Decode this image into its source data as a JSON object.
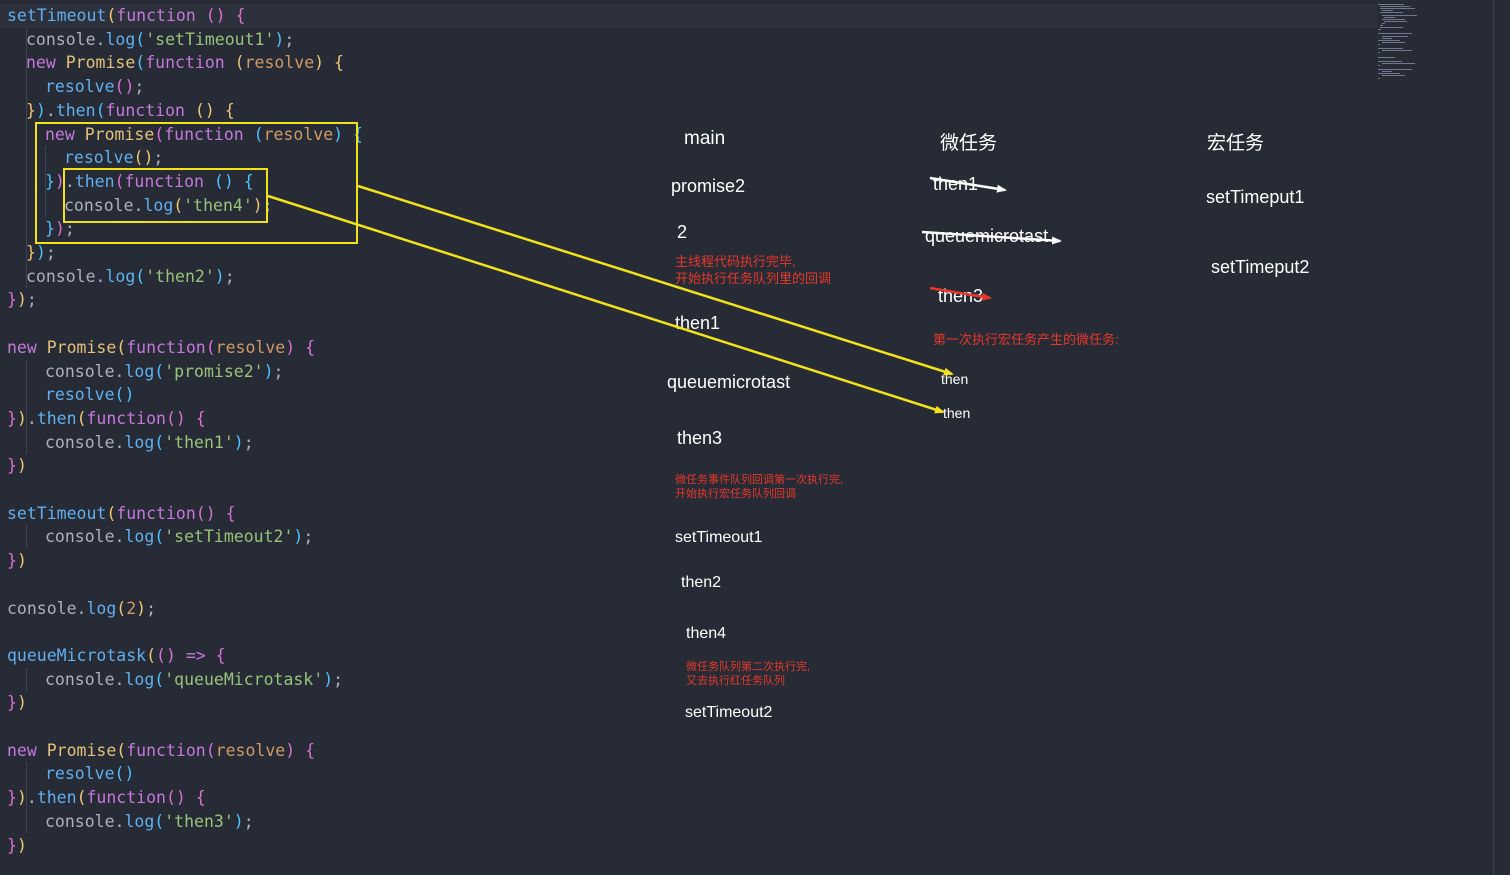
{
  "code": {
    "lines": [
      {
        "indent": 0,
        "tokens": [
          [
            "fn",
            "setTimeout"
          ],
          [
            "br1",
            "("
          ],
          [
            "kw",
            "function"
          ],
          [
            "pl",
            " "
          ],
          [
            "br2",
            "()"
          ],
          [
            "pl",
            " "
          ],
          [
            "br2",
            "{"
          ]
        ]
      },
      {
        "indent": 1,
        "tokens": [
          [
            "pl",
            "console."
          ],
          [
            "fn",
            "log"
          ],
          [
            "br3",
            "("
          ],
          [
            "str",
            "'setTimeout1'"
          ],
          [
            "br3",
            ")"
          ],
          [
            "pl",
            ";"
          ]
        ]
      },
      {
        "indent": 1,
        "tokens": [
          [
            "kw",
            "new"
          ],
          [
            "pl",
            " "
          ],
          [
            "cls",
            "Promise"
          ],
          [
            "br3",
            "("
          ],
          [
            "kw",
            "function"
          ],
          [
            "pl",
            " "
          ],
          [
            "br1",
            "("
          ],
          [
            "par",
            "resolve"
          ],
          [
            "br1",
            ")"
          ],
          [
            "pl",
            " "
          ],
          [
            "br1",
            "{"
          ]
        ]
      },
      {
        "indent": 2,
        "tokens": [
          [
            "fn",
            "resolve"
          ],
          [
            "br2",
            "()"
          ],
          [
            "pl",
            ";"
          ]
        ]
      },
      {
        "indent": 1,
        "tokens": [
          [
            "br1",
            "}"
          ],
          [
            "br3",
            ")"
          ],
          [
            "pl",
            "."
          ],
          [
            "fn",
            "then"
          ],
          [
            "br3",
            "("
          ],
          [
            "kw",
            "function"
          ],
          [
            "pl",
            " "
          ],
          [
            "br1",
            "()"
          ],
          [
            "pl",
            " "
          ],
          [
            "br1",
            "{"
          ]
        ]
      },
      {
        "indent": 2,
        "tokens": [
          [
            "kw",
            "new"
          ],
          [
            "pl",
            " "
          ],
          [
            "cls",
            "Promise"
          ],
          [
            "br2",
            "("
          ],
          [
            "kw",
            "function"
          ],
          [
            "pl",
            " "
          ],
          [
            "br3",
            "("
          ],
          [
            "par",
            "resolve"
          ],
          [
            "br3",
            ")"
          ],
          [
            "pl",
            " "
          ],
          [
            "br3",
            "{"
          ]
        ]
      },
      {
        "indent": 3,
        "tokens": [
          [
            "fn",
            "resolve"
          ],
          [
            "br1",
            "()"
          ],
          [
            "pl",
            ";"
          ]
        ]
      },
      {
        "indent": 2,
        "tokens": [
          [
            "br3",
            "}"
          ],
          [
            "br2",
            ")"
          ],
          [
            "pl",
            "."
          ],
          [
            "fn",
            "then"
          ],
          [
            "br2",
            "("
          ],
          [
            "kw",
            "function"
          ],
          [
            "pl",
            " "
          ],
          [
            "br3",
            "()"
          ],
          [
            "pl",
            " "
          ],
          [
            "br3",
            "{"
          ]
        ]
      },
      {
        "indent": 3,
        "tokens": [
          [
            "pl",
            "console."
          ],
          [
            "fn",
            "log"
          ],
          [
            "br1",
            "("
          ],
          [
            "str",
            "'then4'"
          ],
          [
            "br1",
            ")"
          ],
          [
            "pl",
            ";"
          ]
        ]
      },
      {
        "indent": 2,
        "tokens": [
          [
            "br3",
            "}"
          ],
          [
            "br2",
            ")"
          ],
          [
            "pl",
            ";"
          ]
        ]
      },
      {
        "indent": 1,
        "tokens": [
          [
            "br1",
            "}"
          ],
          [
            "br3",
            ")"
          ],
          [
            "pl",
            ";"
          ]
        ]
      },
      {
        "indent": 1,
        "tokens": [
          [
            "pl",
            "console."
          ],
          [
            "fn",
            "log"
          ],
          [
            "br3",
            "("
          ],
          [
            "str",
            "'then2'"
          ],
          [
            "br3",
            ")"
          ],
          [
            "pl",
            ";"
          ]
        ]
      },
      {
        "indent": 0,
        "tokens": [
          [
            "br2",
            "}"
          ],
          [
            "br1",
            ")"
          ],
          [
            "pl",
            ";"
          ]
        ]
      },
      {
        "indent": 0,
        "tokens": []
      },
      {
        "indent": 0,
        "tokens": [
          [
            "kw",
            "new"
          ],
          [
            "pl",
            " "
          ],
          [
            "cls",
            "Promise"
          ],
          [
            "br1",
            "("
          ],
          [
            "kw",
            "function"
          ],
          [
            "br2",
            "("
          ],
          [
            "par",
            "resolve"
          ],
          [
            "br2",
            ")"
          ],
          [
            "pl",
            " "
          ],
          [
            "br2",
            "{"
          ]
        ]
      },
      {
        "indent": 2,
        "tokens": [
          [
            "pl",
            "console."
          ],
          [
            "fn",
            "log"
          ],
          [
            "br3",
            "("
          ],
          [
            "str",
            "'promise2'"
          ],
          [
            "br3",
            ")"
          ],
          [
            "pl",
            ";"
          ]
        ]
      },
      {
        "indent": 2,
        "tokens": [
          [
            "fn",
            "resolve"
          ],
          [
            "br3",
            "()"
          ]
        ]
      },
      {
        "indent": 0,
        "tokens": [
          [
            "br2",
            "}"
          ],
          [
            "br1",
            ")"
          ],
          [
            "pl",
            "."
          ],
          [
            "fn",
            "then"
          ],
          [
            "br1",
            "("
          ],
          [
            "kw",
            "function"
          ],
          [
            "br2",
            "()"
          ],
          [
            "pl",
            " "
          ],
          [
            "br2",
            "{"
          ]
        ]
      },
      {
        "indent": 2,
        "tokens": [
          [
            "pl",
            "console."
          ],
          [
            "fn",
            "log"
          ],
          [
            "br3",
            "("
          ],
          [
            "str",
            "'then1'"
          ],
          [
            "br3",
            ")"
          ],
          [
            "pl",
            ";"
          ]
        ]
      },
      {
        "indent": 0,
        "tokens": [
          [
            "br2",
            "}"
          ],
          [
            "br1",
            ")"
          ]
        ]
      },
      {
        "indent": 0,
        "tokens": []
      },
      {
        "indent": 0,
        "tokens": [
          [
            "fn",
            "setTimeout"
          ],
          [
            "br1",
            "("
          ],
          [
            "kw",
            "function"
          ],
          [
            "br2",
            "()"
          ],
          [
            "pl",
            " "
          ],
          [
            "br2",
            "{"
          ]
        ]
      },
      {
        "indent": 2,
        "tokens": [
          [
            "pl",
            "console."
          ],
          [
            "fn",
            "log"
          ],
          [
            "br3",
            "("
          ],
          [
            "str",
            "'setTimeout2'"
          ],
          [
            "br3",
            ")"
          ],
          [
            "pl",
            ";"
          ]
        ]
      },
      {
        "indent": 0,
        "tokens": [
          [
            "br2",
            "}"
          ],
          [
            "br1",
            ")"
          ]
        ]
      },
      {
        "indent": 0,
        "tokens": []
      },
      {
        "indent": 0,
        "tokens": [
          [
            "pl",
            "console."
          ],
          [
            "fn",
            "log"
          ],
          [
            "br1",
            "("
          ],
          [
            "num",
            "2"
          ],
          [
            "br1",
            ")"
          ],
          [
            "pl",
            ";"
          ]
        ]
      },
      {
        "indent": 0,
        "tokens": []
      },
      {
        "indent": 0,
        "tokens": [
          [
            "fn",
            "queueMicrotask"
          ],
          [
            "br1",
            "("
          ],
          [
            "br2",
            "()"
          ],
          [
            "pl",
            " "
          ],
          [
            "kw",
            "=>"
          ],
          [
            "pl",
            " "
          ],
          [
            "br2",
            "{"
          ]
        ]
      },
      {
        "indent": 2,
        "tokens": [
          [
            "pl",
            "console."
          ],
          [
            "fn",
            "log"
          ],
          [
            "br3",
            "("
          ],
          [
            "str",
            "'queueMicrotask'"
          ],
          [
            "br3",
            ")"
          ],
          [
            "pl",
            ";"
          ]
        ]
      },
      {
        "indent": 0,
        "tokens": [
          [
            "br2",
            "}"
          ],
          [
            "br1",
            ")"
          ]
        ]
      },
      {
        "indent": 0,
        "tokens": []
      },
      {
        "indent": 0,
        "tokens": [
          [
            "kw",
            "new"
          ],
          [
            "pl",
            " "
          ],
          [
            "cls",
            "Promise"
          ],
          [
            "br1",
            "("
          ],
          [
            "kw",
            "function"
          ],
          [
            "br2",
            "("
          ],
          [
            "par",
            "resolve"
          ],
          [
            "br2",
            ")"
          ],
          [
            "pl",
            " "
          ],
          [
            "br2",
            "{"
          ]
        ]
      },
      {
        "indent": 2,
        "tokens": [
          [
            "fn",
            "resolve"
          ],
          [
            "br3",
            "()"
          ]
        ]
      },
      {
        "indent": 0,
        "tokens": [
          [
            "br2",
            "}"
          ],
          [
            "br1",
            ")"
          ],
          [
            "pl",
            "."
          ],
          [
            "fn",
            "then"
          ],
          [
            "br1",
            "("
          ],
          [
            "kw",
            "function"
          ],
          [
            "br2",
            "()"
          ],
          [
            "pl",
            " "
          ],
          [
            "br2",
            "{"
          ]
        ]
      },
      {
        "indent": 2,
        "tokens": [
          [
            "pl",
            "console."
          ],
          [
            "fn",
            "log"
          ],
          [
            "br3",
            "("
          ],
          [
            "str",
            "'then3'"
          ],
          [
            "br3",
            ")"
          ],
          [
            "pl",
            ";"
          ]
        ]
      },
      {
        "indent": 0,
        "tokens": [
          [
            "br2",
            "}"
          ],
          [
            "br1",
            ")"
          ]
        ]
      }
    ]
  },
  "notes": {
    "headers": {
      "main": "main",
      "micro": "微任务",
      "macro": "宏任务"
    },
    "main_seq": {
      "promise2": "promise2",
      "two": "2",
      "note1_l1": "主线程代码执行完毕,",
      "note1_l2": "开始执行任务队列里的回调",
      "then1": "then1",
      "queuemicrotast": "queuemicrotast",
      "then3": "then3",
      "note2_l1": "微任务事件队列回调第一次执行完,",
      "note2_l2": "开始执行宏任务队列回调",
      "setTimeout1": "setTimeout1",
      "then2": "then2",
      "then4": "then4",
      "note3_l1": "微任务队列第二次执行完,",
      "note3_l2": "又去执行红任务队列",
      "setTimeout2": "setTimeout2"
    },
    "micro_seq": {
      "then1": "then1",
      "queuemicrotast": "queuemicrotast",
      "then3": "then3",
      "note": "第一次执行宏任务产生的微任务:",
      "then_a": "then",
      "then_b": "then"
    },
    "macro_seq": {
      "setTimeput1": "setTimeput1",
      "setTimeput2": "setTimeput2"
    }
  },
  "colors": {
    "background": "#262b35",
    "highlight_box": "#f2e21b",
    "arrow": "#f2e21b",
    "annotation_red": "#e8372a",
    "strike_white": "#ffffff",
    "strike_red": "#e8372a"
  }
}
